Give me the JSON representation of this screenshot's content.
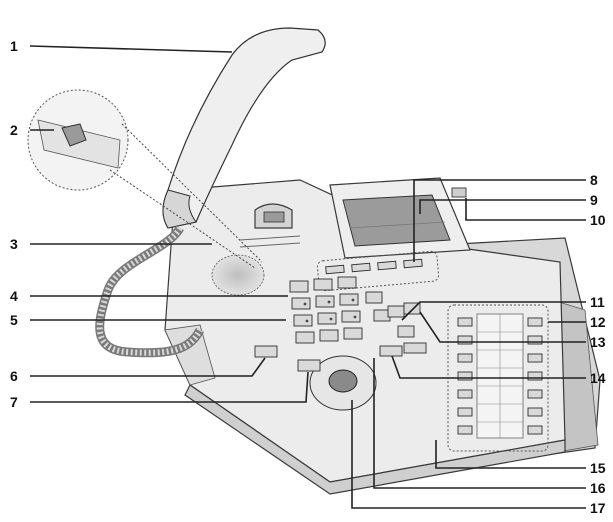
{
  "figure": {
    "callouts": [
      "1",
      "2",
      "3",
      "4",
      "5",
      "6",
      "7",
      "8",
      "9",
      "10",
      "11",
      "12",
      "13",
      "14",
      "15",
      "16",
      "17"
    ]
  },
  "colors": {
    "body": "#e6e6e6",
    "body_shade": "#cfcfcf",
    "line": "#222222",
    "display": "#9b9b9b"
  }
}
